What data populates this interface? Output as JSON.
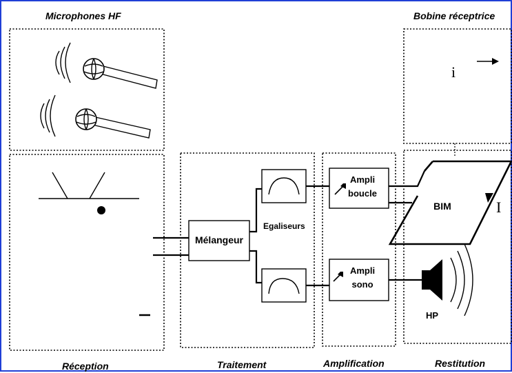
{
  "sections": {
    "microphones": "Microphones HF",
    "bobine": "Bobine réceptrice",
    "reception": "Réception",
    "traitement": "Traitement",
    "amplification": "Amplification",
    "restitution": "Restitution"
  },
  "blocks": {
    "melangeur": "Mélangeur",
    "egaliseurs": "Egaliseurs",
    "ampli_boucle": [
      "Ampli",
      "boucle"
    ],
    "ampli_sono": [
      "Ampli",
      "sono"
    ],
    "bim": "BIM",
    "hp": "HP"
  },
  "symbols": {
    "current_small": "i",
    "current_large": "I"
  },
  "colors": {
    "frame_border": "#1f3fd6"
  }
}
